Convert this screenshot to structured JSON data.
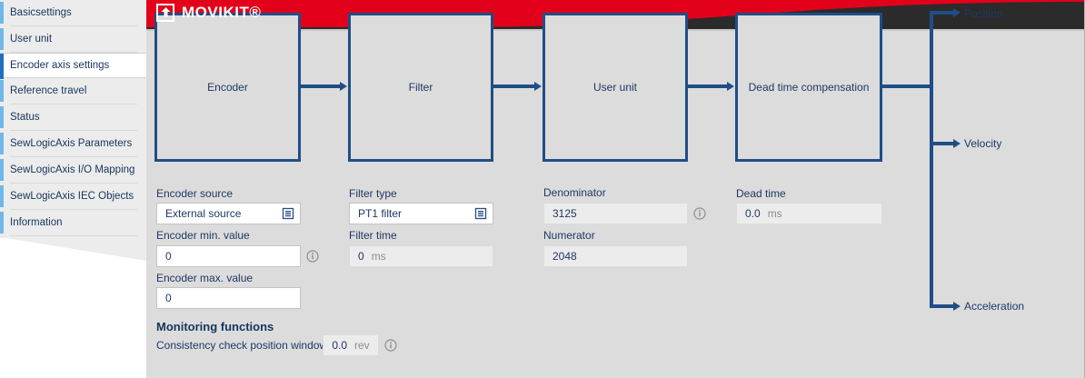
{
  "sidebar": {
    "items": [
      {
        "label": "Basicsettings",
        "selected": false
      },
      {
        "label": "User unit",
        "selected": false
      },
      {
        "label": "Encoder axis settings",
        "selected": true
      },
      {
        "label": "Reference travel",
        "selected": false
      },
      {
        "label": "Status",
        "selected": false
      },
      {
        "label": "SewLogicAxis Parameters",
        "selected": false
      },
      {
        "label": "SewLogicAxis I/O Mapping",
        "selected": false
      },
      {
        "label": "SewLogicAxis IEC Objects",
        "selected": false
      },
      {
        "label": "Information",
        "selected": false
      }
    ]
  },
  "header": {
    "brand": "MOVIKIT®",
    "logo_icon": "arrow-up-in-box-icon",
    "accent_color": "#e2001a",
    "dark_color": "#2b2b2b"
  },
  "diagram": {
    "blocks": [
      {
        "label": "Encoder"
      },
      {
        "label": "Filter"
      },
      {
        "label": "User unit"
      },
      {
        "label": "Dead time compensation"
      }
    ],
    "outputs": [
      {
        "label": "Position"
      },
      {
        "label": "Velocity"
      },
      {
        "label": "Acceleration"
      }
    ],
    "line_color": "#1f4e87"
  },
  "fields": {
    "encoder_source": {
      "label": "Encoder source",
      "value": "External source",
      "icon": "list-select-icon",
      "disabled": false
    },
    "encoder_min": {
      "label": "Encoder min. value",
      "value": "0",
      "unit": "",
      "info": "info-icon",
      "disabled": false
    },
    "encoder_max": {
      "label": "Encoder max. value",
      "value": "0",
      "unit": "",
      "disabled": false
    },
    "filter_type": {
      "label": "Filter type",
      "value": "PT1 filter",
      "icon": "list-select-icon",
      "disabled": false
    },
    "filter_time": {
      "label": "Filter time",
      "value": "0",
      "unit": "ms",
      "disabled": true
    },
    "denominator": {
      "label": "Denominator",
      "value": "3125",
      "unit": "",
      "info": "info-icon",
      "disabled": true
    },
    "numerator": {
      "label": "Numerator",
      "value": "2048",
      "unit": "",
      "disabled": true
    },
    "dead_time": {
      "label": "Dead time",
      "value": "0.0",
      "unit": "ms",
      "disabled": true
    }
  },
  "monitoring": {
    "title": "Monitoring functions",
    "consistency": {
      "label": "Consistency check position window",
      "value": "0.0",
      "unit": "rev",
      "info": "info-icon"
    }
  }
}
